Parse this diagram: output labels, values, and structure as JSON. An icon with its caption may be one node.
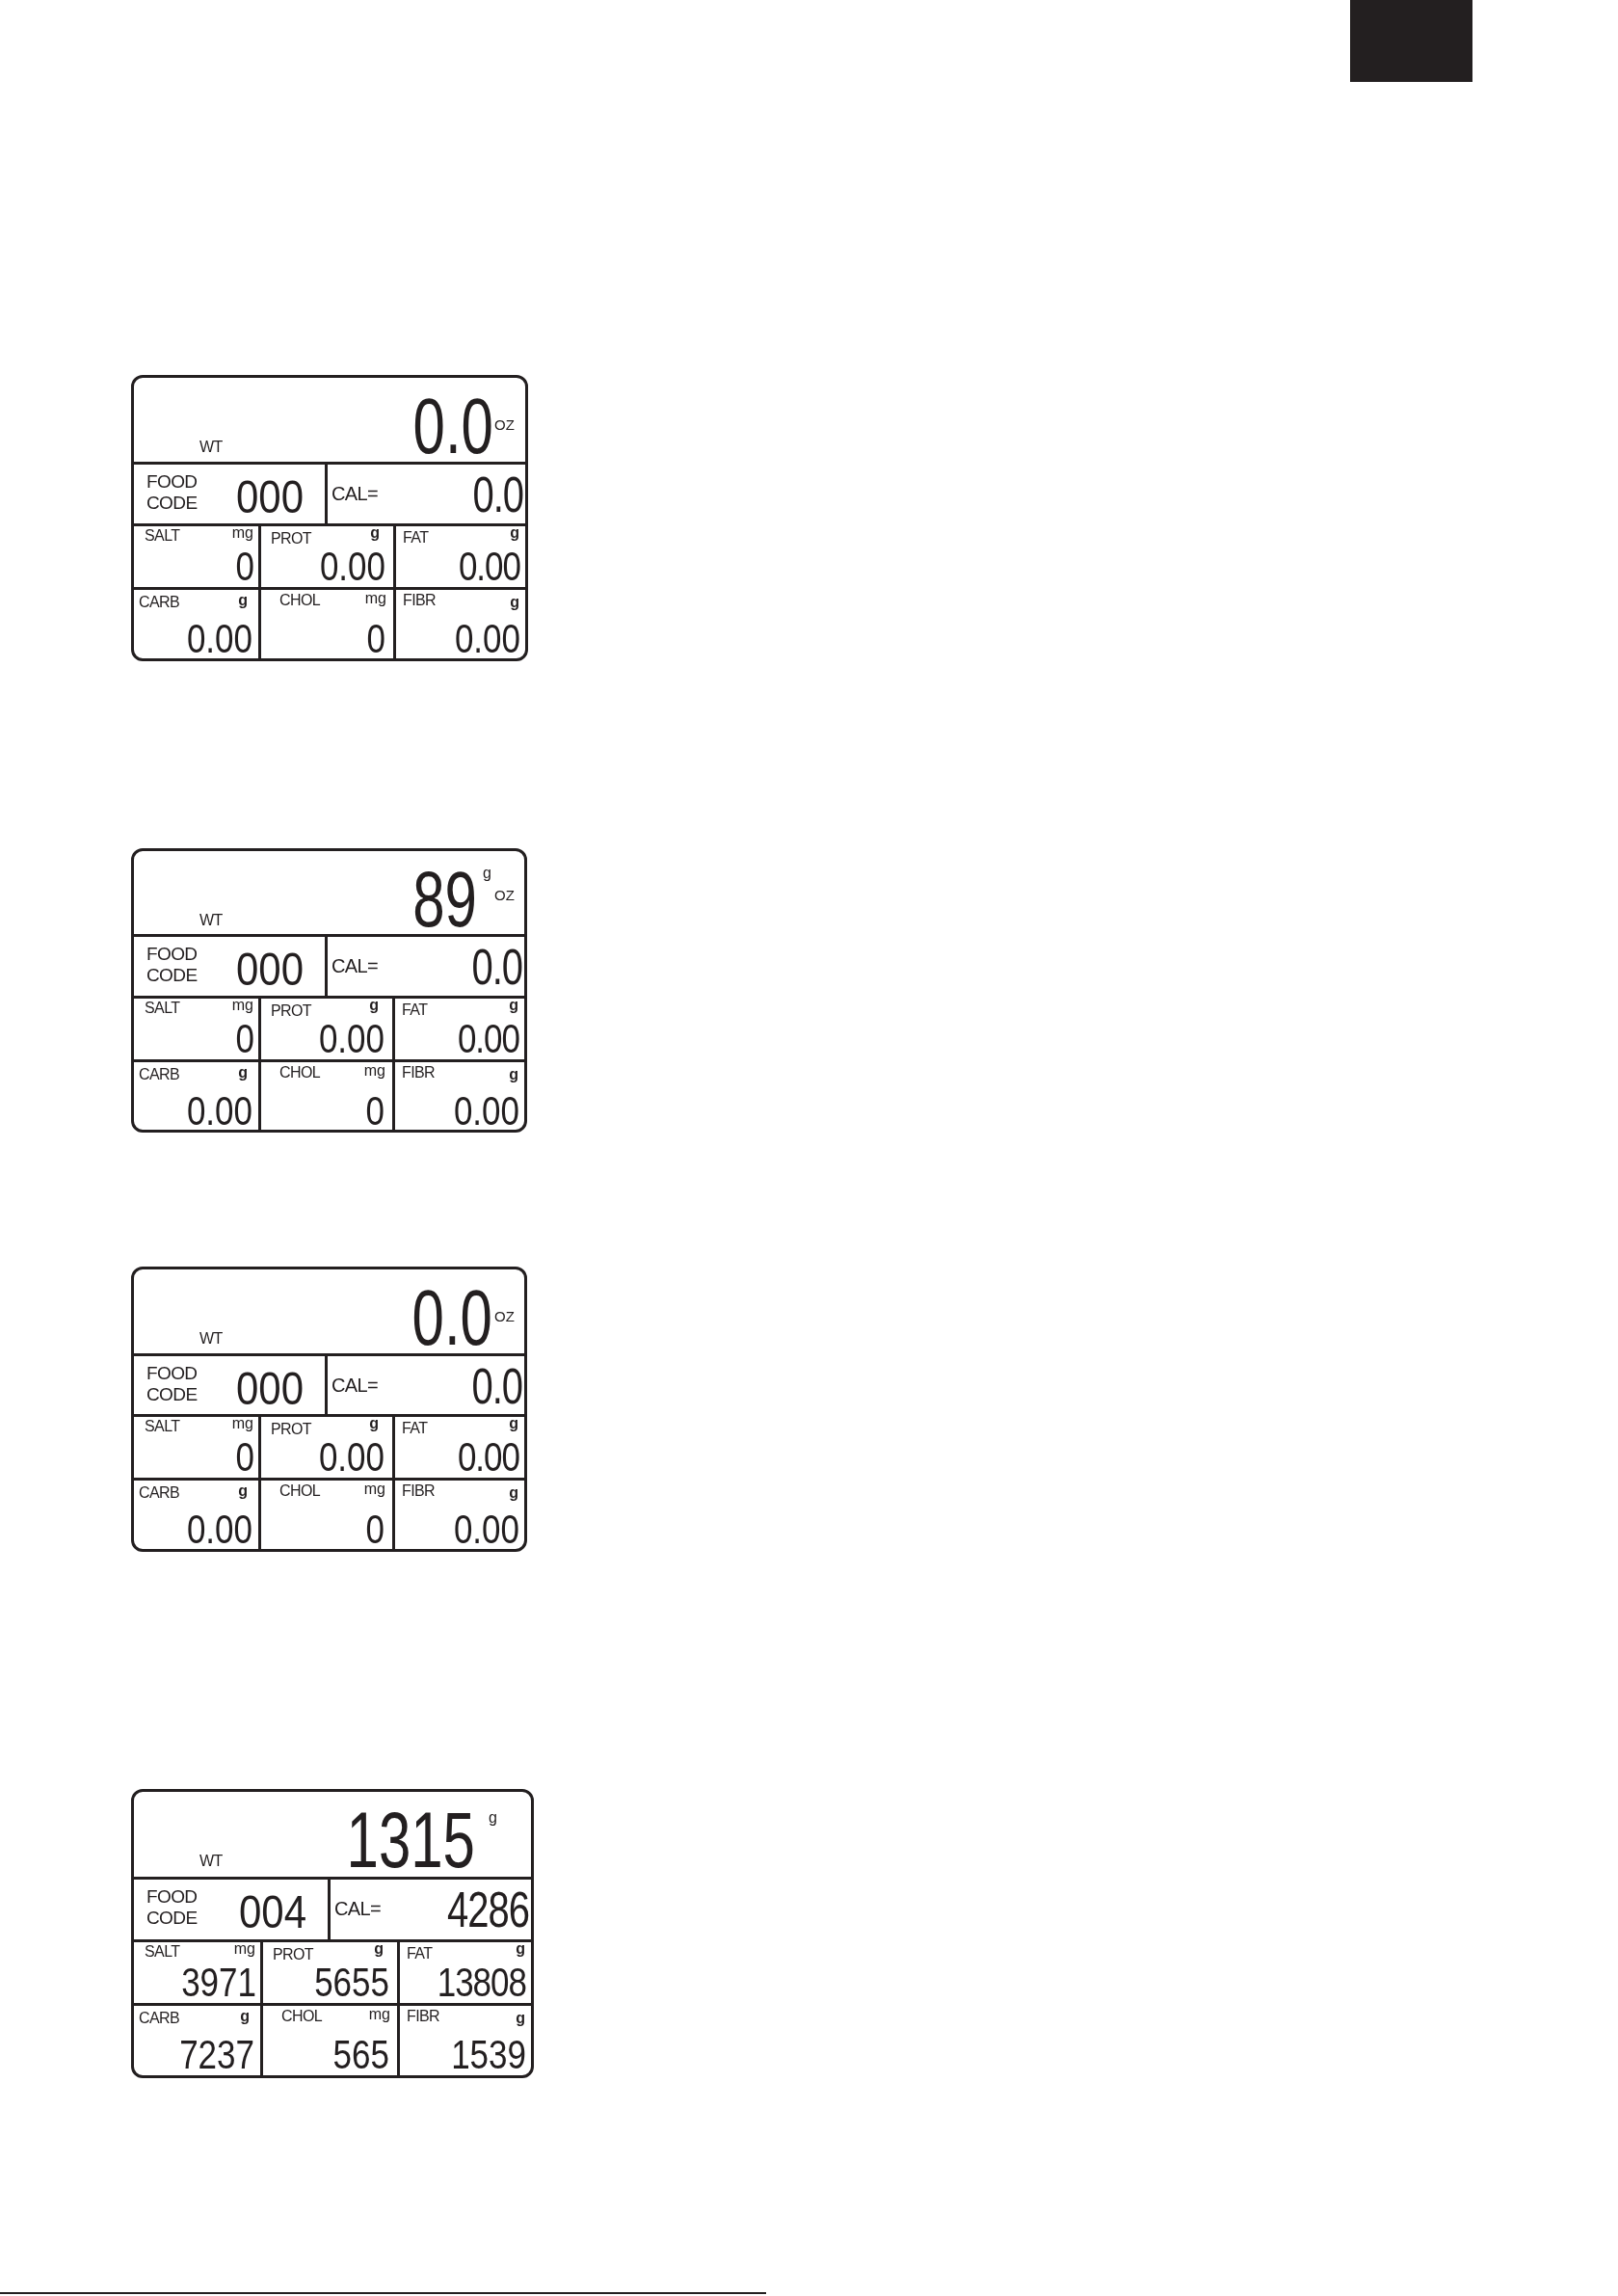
{
  "diagram": {
    "nodes": [
      {
        "text": [],
        "shape": "box"
      },
      {
        "text": [
          "WT",
          "0.0",
          "OZ"
        ],
        "in": 0
      },
      {
        "text": [
          "FOOD CODE",
          "000"
        ],
        "in": 0
      },
      {
        "text": [
          "CAL=",
          "0.0"
        ],
        "in": 0
      },
      {
        "text": [
          "SALT",
          "mg",
          "0"
        ],
        "in": 0
      },
      {
        "text": [
          "PROT",
          "g",
          "0.00"
        ],
        "in": 0
      },
      {
        "text": [
          "FAT",
          "g",
          "0.00"
        ],
        "in": 0
      },
      {
        "text": [
          "CARB",
          "g",
          "0.00"
        ],
        "in": 0
      },
      {
        "text": [
          "CHOL",
          "mg",
          "0"
        ],
        "in": 0
      },
      {
        "text": [
          "FIBR",
          "g",
          "0.00"
        ],
        "in": 0
      },
      {
        "text": [],
        "shape": "box"
      },
      {
        "text": [
          "WT",
          "89",
          "g",
          "OZ"
        ],
        "in": 10
      },
      {
        "text": [
          "FOOD CODE",
          "000"
        ],
        "in": 10
      },
      {
        "text": [
          "CAL=",
          "0.0"
        ],
        "in": 10
      },
      {
        "text": [
          "SALT",
          "mg",
          "0"
        ],
        "in": 10
      },
      {
        "text": [
          "PROT",
          "g",
          "0.00"
        ],
        "in": 10
      },
      {
        "text": [
          "FAT",
          "g",
          "0.00"
        ],
        "in": 10
      },
      {
        "text": [
          "CARB",
          "g",
          "0.00"
        ],
        "in": 10
      },
      {
        "text": [
          "CHOL",
          "mg",
          "0"
        ],
        "in": 10
      },
      {
        "text": [
          "FIBR",
          "g",
          "0.00"
        ],
        "in": 10
      },
      {
        "text": [],
        "shape": "box"
      },
      {
        "text": [
          "WT",
          "0.0",
          "OZ"
        ],
        "in": 20
      },
      {
        "text": [
          "FOOD CODE",
          "000"
        ],
        "in": 20
      },
      {
        "text": [
          "CAL=",
          "0.0"
        ],
        "in": 20
      },
      {
        "text": [
          "SALT",
          "mg",
          "0"
        ],
        "in": 20
      },
      {
        "text": [
          "PROT",
          "g",
          "0.00"
        ],
        "in": 20
      },
      {
        "text": [
          "FAT",
          "g",
          "0.00"
        ],
        "in": 20
      },
      {
        "text": [
          "CARB",
          "g",
          "0.00"
        ],
        "in": 20
      },
      {
        "text": [
          "CHOL",
          "mg",
          "0"
        ],
        "in": 20
      },
      {
        "text": [
          "FIBR",
          "g",
          "0.00"
        ],
        "in": 20
      },
      {
        "text": [],
        "shape": "box"
      },
      {
        "text": [
          "WT",
          "1315",
          "g"
        ],
        "in": 30
      },
      {
        "text": [
          "FOOD CODE",
          "004"
        ],
        "in": 30
      },
      {
        "text": [
          "CAL=",
          "4286"
        ],
        "in": 30
      },
      {
        "text": [
          "SALT",
          "mg",
          "3971"
        ],
        "in": 30
      },
      {
        "text": [
          "PROT",
          "g",
          "5655"
        ],
        "in": 30
      },
      {
        "text": [
          "FAT",
          "g",
          "13808"
        ],
        "in": 30
      },
      {
        "text": [
          "CARB",
          "g",
          "7237"
        ],
        "in": 30
      },
      {
        "text": [
          "CHOL",
          "mg",
          "565"
        ],
        "in": 30
      },
      {
        "text": [
          "FIBR",
          "g",
          "1539"
        ],
        "in": 30
      }
    ]
  }
}
